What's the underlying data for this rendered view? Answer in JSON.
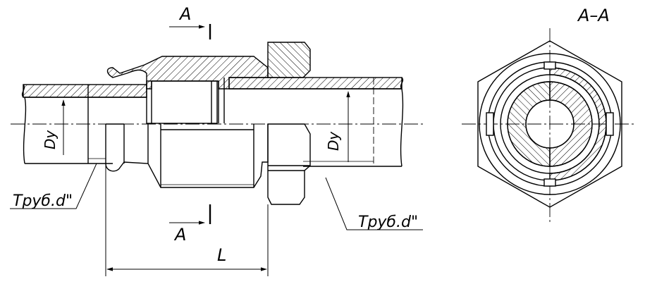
{
  "drawing": {
    "section_mark_top": "A",
    "section_mark_bottom": "A",
    "section_view_title": "A–A",
    "pipe_callout_left": "Труб.d\"",
    "pipe_callout_right": "Труб.d\"",
    "nominal_bore_left": "Dy",
    "nominal_bore_right": "Dy",
    "length_dimension": "L"
  },
  "colors": {
    "line": "#000000",
    "background": "#ffffff"
  }
}
